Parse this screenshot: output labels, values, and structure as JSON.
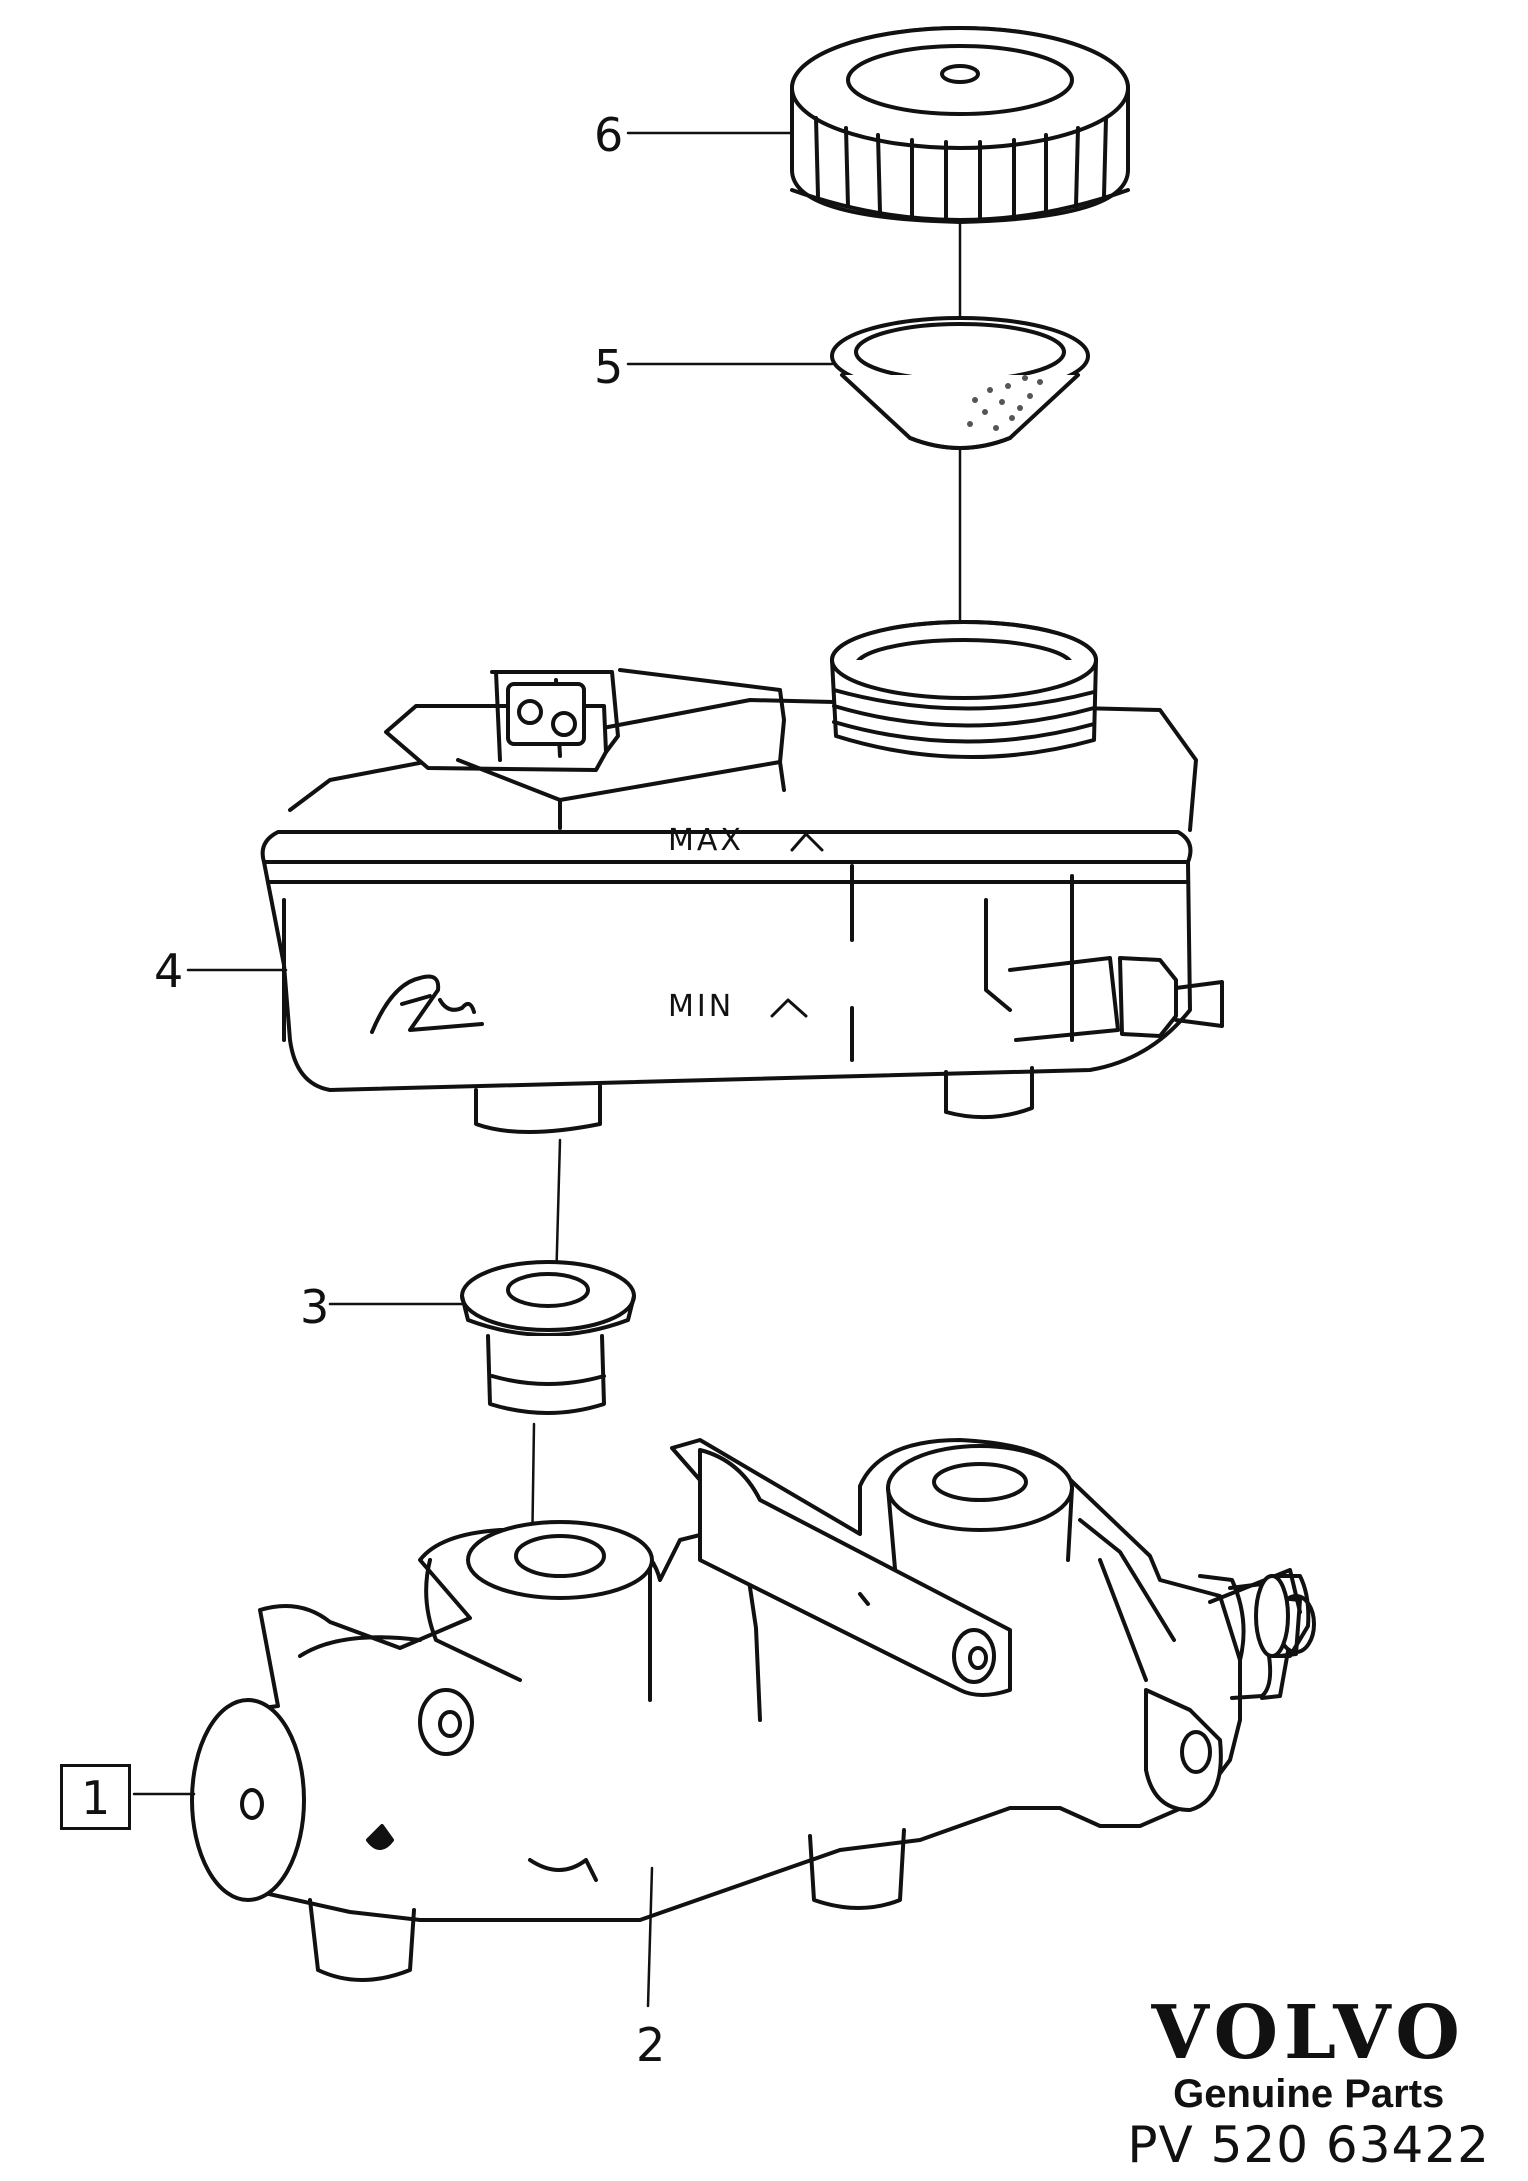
{
  "diagram": {
    "callouts": [
      {
        "id": "1",
        "label": "1",
        "boxed": true
      },
      {
        "id": "2",
        "label": "2",
        "boxed": false
      },
      {
        "id": "3",
        "label": "3",
        "boxed": false
      },
      {
        "id": "4",
        "label": "4",
        "boxed": false
      },
      {
        "id": "5",
        "label": "5",
        "boxed": false
      },
      {
        "id": "6",
        "label": "6",
        "boxed": false
      }
    ],
    "reservoir_marks": {
      "max": "MAX",
      "min": "MIN"
    }
  },
  "brand": {
    "logo": "VOLVO",
    "tagline": "Genuine Parts",
    "part_code": "PV 520 63422"
  }
}
